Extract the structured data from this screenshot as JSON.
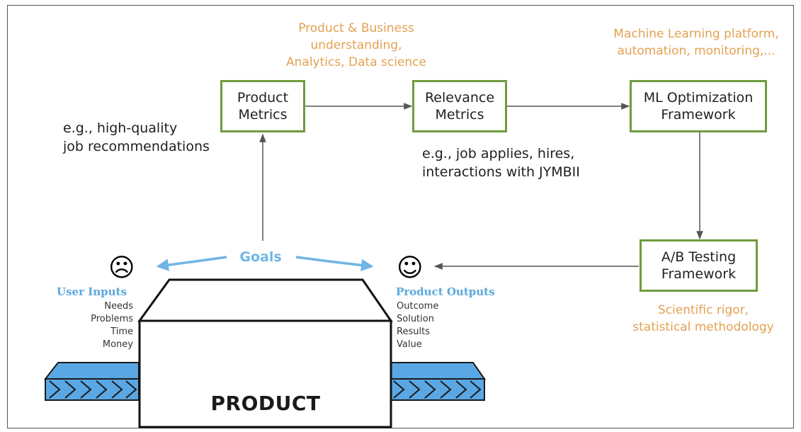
{
  "boxes": {
    "product_metrics": [
      "Product",
      "Metrics"
    ],
    "relevance_metrics": [
      "Relevance",
      "Metrics"
    ],
    "ml_framework": [
      "ML Optimization",
      "Framework"
    ],
    "ab_framework": [
      "A/B Testing",
      "Framework"
    ]
  },
  "annotations": {
    "product_business": [
      "Product & Business",
      "understanding,",
      "Analytics, Data science"
    ],
    "ml_platform": [
      "Machine Learning platform,",
      "automation, monitoring,..."
    ],
    "scientific": [
      "Scientific rigor,",
      "statistical methodology"
    ]
  },
  "examples": {
    "product": [
      "e.g., high-quality",
      "job recommendations"
    ],
    "relevance": [
      "e.g., job applies, hires,",
      "interactions with JYMBII"
    ]
  },
  "goals_label": "Goals",
  "user": {
    "face": "☹",
    "title": "User Inputs",
    "items": [
      "Needs",
      "Problems",
      "Time",
      "Money"
    ]
  },
  "product_side": {
    "face": "☺",
    "title": "Product Outputs",
    "items": [
      "Outcome",
      "Solution",
      "Results",
      "Value"
    ]
  },
  "product_label": "PRODUCT",
  "colors": {
    "box_border": "#6f9b3e",
    "annotation": "#e3a152",
    "goals": "#6fb5e6",
    "conveyor": "#5aa7e3"
  }
}
